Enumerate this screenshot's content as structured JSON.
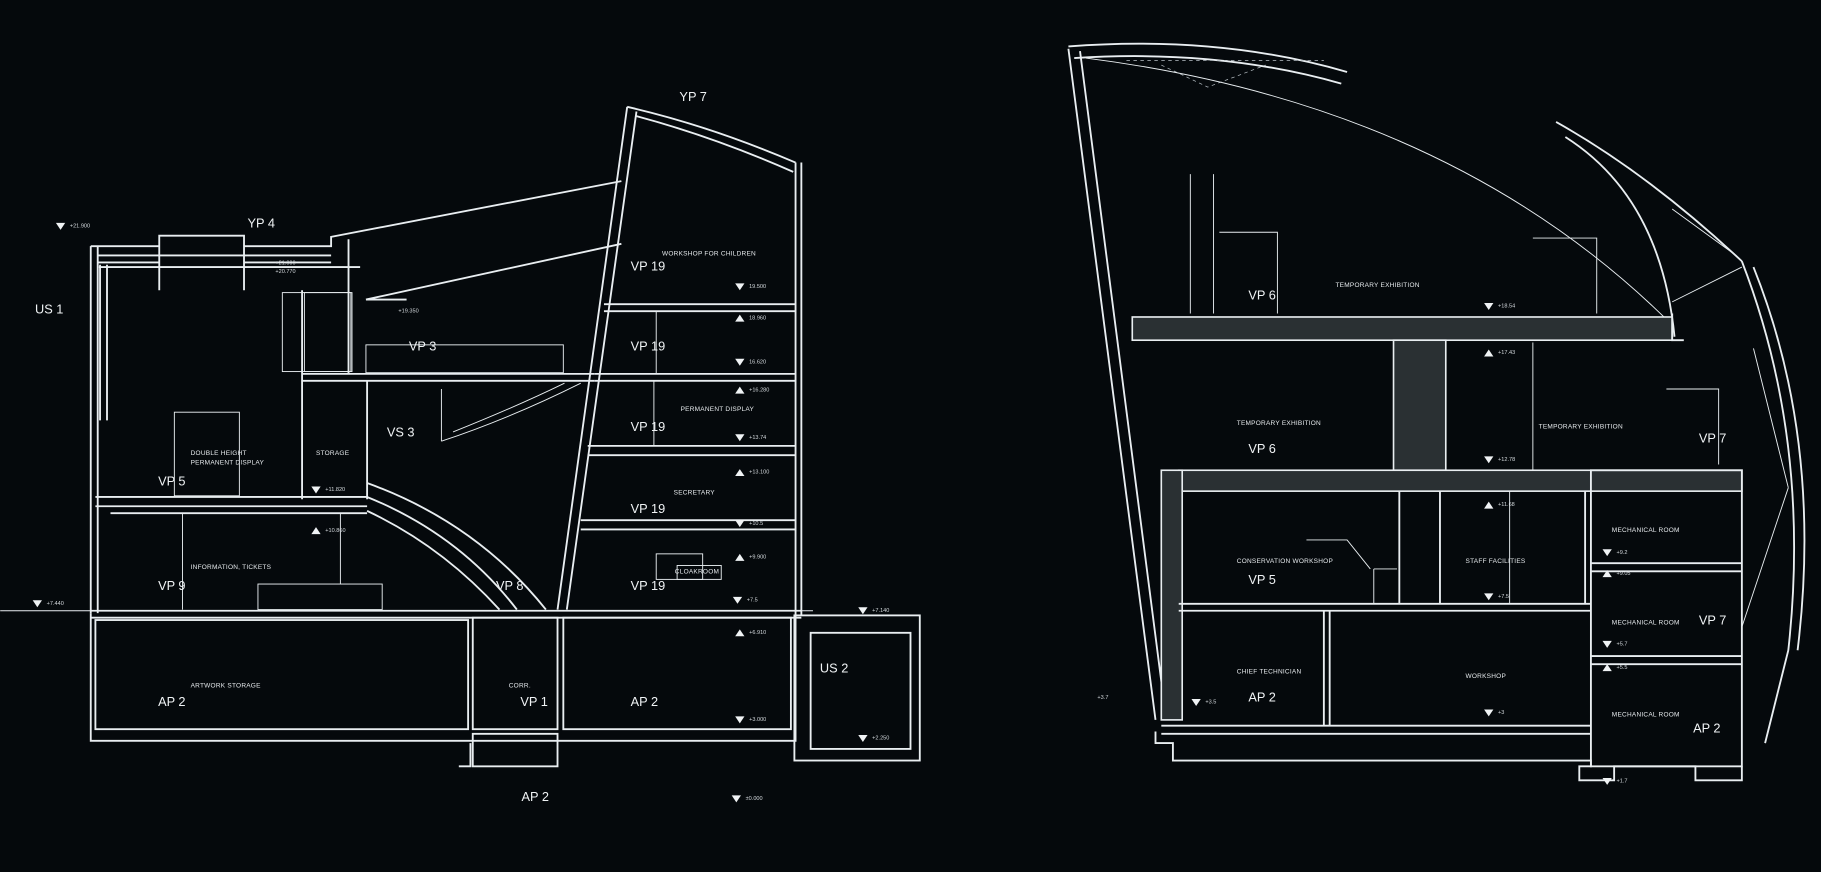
{
  "left_section": {
    "grid_labels": [
      "US 1",
      "YP 4",
      "YP 7",
      "US 2"
    ],
    "zone_labels": [
      "VP 19",
      "VP 3",
      "VP 19",
      "VS 3",
      "VP 19",
      "VP 5",
      "VP 19",
      "VP 9",
      "VP 8",
      "VP 19",
      "AP 2",
      "VP 1",
      "AP 2",
      "AP 2"
    ],
    "rooms": [
      "WORKSHOP FOR CHILDREN",
      "PERMANENT DISPLAY",
      "DOUBLE HEIGHT",
      "PERMANENT DISPLAY",
      "STORAGE",
      "SECRETARY",
      "INFORMATION, TICKETS",
      "CLOAKROOM",
      "ARTWORK STORAGE",
      "CORR."
    ],
    "elevations": [
      "+21.900",
      "+21.000",
      "+20.770",
      "+19.350",
      "19.500",
      "18.960",
      "16.620",
      "+16.280",
      "+13.74",
      "+13.100",
      "+10.5",
      "+9.900",
      "+7.5",
      "+6.910",
      "+3.000",
      "+11.820",
      "+10.860",
      "+7.440",
      "+7.140",
      "+2.250",
      "±0.000"
    ]
  },
  "right_section": {
    "zone_labels": [
      "VP 6",
      "VP 6",
      "VP 7",
      "VP 5",
      "VP 7",
      "AP 2",
      "AP 2"
    ],
    "rooms": [
      "TEMPORARY EXHIBITION",
      "TEMPORARY EXHIBITION",
      "TEMPORARY EXHIBITION",
      "MECHANICAL ROOM",
      "CONSERVATION WORKSHOP",
      "STAFF FACILITIES",
      "MECHANICAL ROOM",
      "CHIEF TECHNICIAN",
      "WORKSHOP",
      "MECHANICAL ROOM"
    ],
    "elevations": [
      "+18.54",
      "+17.43",
      "+12.78",
      "+11.68",
      "+9.2",
      "+9.05",
      "+7.5",
      "+5.7",
      "+5.5",
      "+3.5",
      "+3.7",
      "+3",
      "+1.7"
    ]
  },
  "colors": {
    "background": "#05090c",
    "line": "#e9eef1"
  }
}
